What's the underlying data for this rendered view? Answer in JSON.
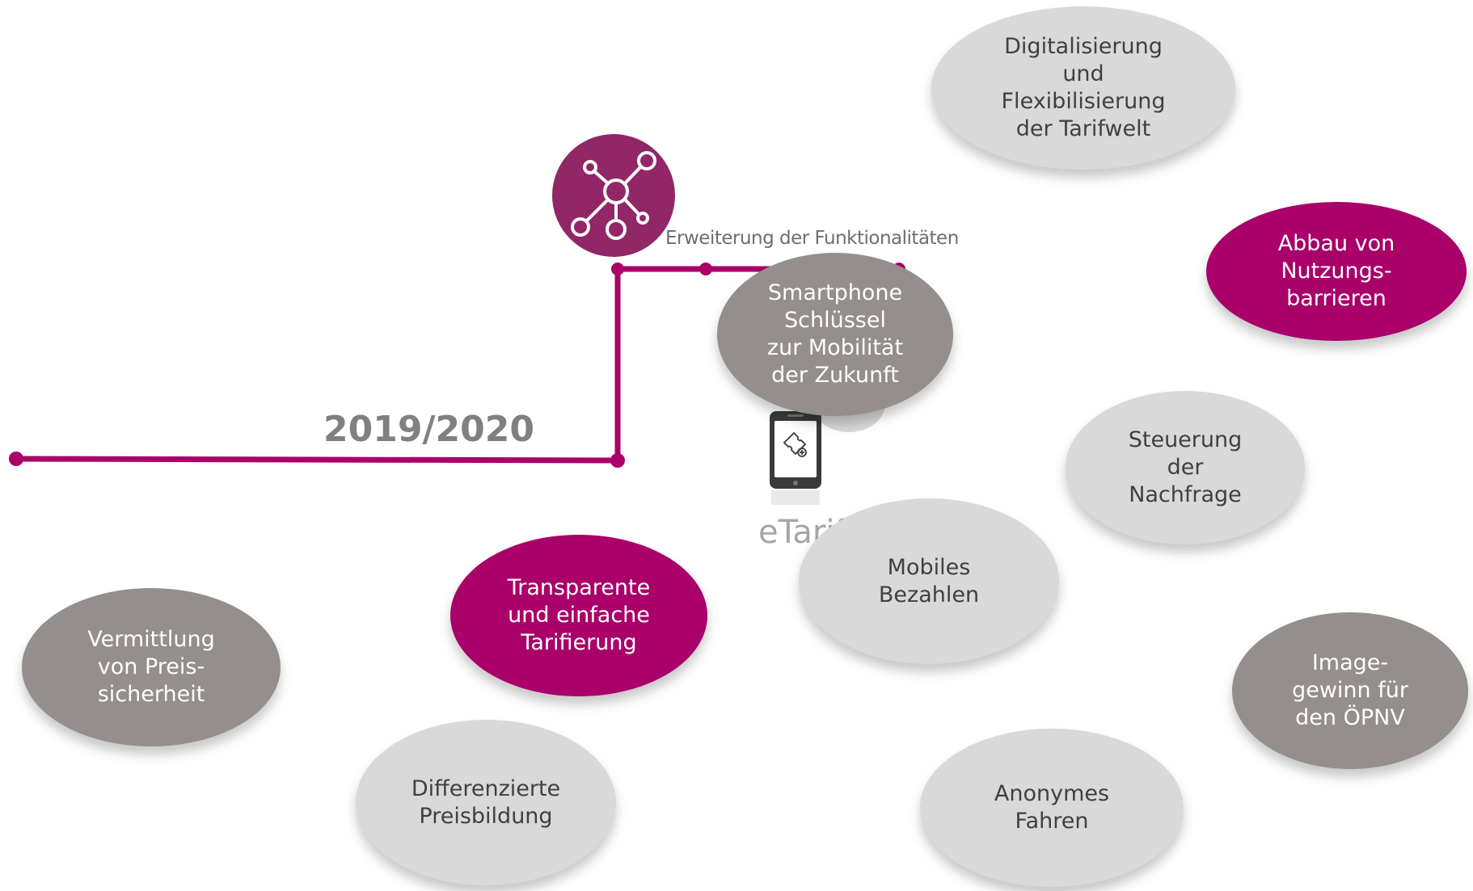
{
  "timeline": {
    "year": "2019/2020",
    "extension_label": "Erweiterung der Funktionalitäten",
    "product_label": "eTarif"
  },
  "colors": {
    "magenta": "#a90069",
    "network_circle": "#912767",
    "light_gray": "#d9d9d9",
    "dark_gray": "#948e8d",
    "text_dark": "#404040"
  },
  "icons": [
    "network-icon",
    "smartphone-ticket-icon"
  ],
  "bubbles": {
    "smartphone": "Smartphone\nSchlüssel\nzur Mobilität\nder Zukunft",
    "digitalisierung": "Digitalisierung\nund\nFlexibilisierung\nder Tarifwelt",
    "abbau": "Abbau von\nNutzungs-\nbarrieren",
    "steuerung": "Steuerung\nder\nNachfrage",
    "mobiles": "Mobiles\nBezahlen",
    "transparente": "Transparente\nund einfache\nTarifierung",
    "vermittlung": "Vermittlung\nvon Preis-\nsicherheit",
    "image": "Image-\ngewinn für\nden ÖPNV",
    "differenzierte": "Differenzierte\nPreisbildung",
    "anonymes": "Anonymes\nFahren"
  }
}
